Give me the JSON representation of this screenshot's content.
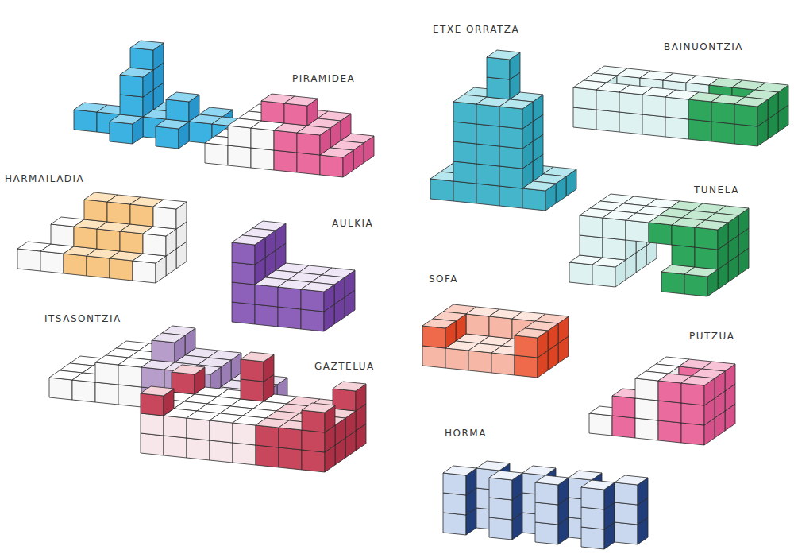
{
  "diagram": {
    "labels": [
      "ETXE ORRATZA",
      "PIRAMIDEA",
      "BAINUONTZIA",
      "HARMAILADIA",
      "TUNELA",
      "AULKIA",
      "SOFA",
      "ITSASONTZIA",
      "PUTZUA",
      "GAZTELUA",
      "HORMA"
    ]
  }
}
